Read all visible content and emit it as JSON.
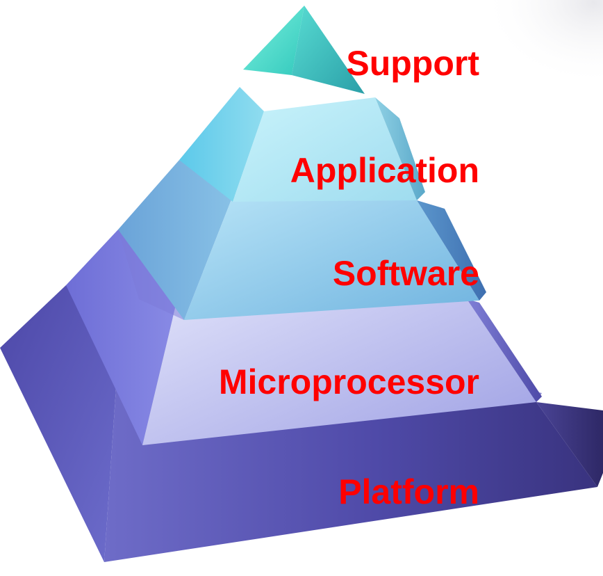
{
  "diagram": {
    "type": "pyramid",
    "levels": [
      {
        "label": "Support"
      },
      {
        "label": "Application"
      },
      {
        "label": "Software"
      },
      {
        "label": "Microprocessor"
      },
      {
        "label": "Platform"
      }
    ]
  },
  "colors": {
    "label": "#ff0000",
    "tier_top": "#6fe3d6",
    "tier_2": "#a9e4f2",
    "tier_3": "#8ec5ea",
    "tier_4": "#9a98e8",
    "tier_5": "#5e58b8"
  }
}
